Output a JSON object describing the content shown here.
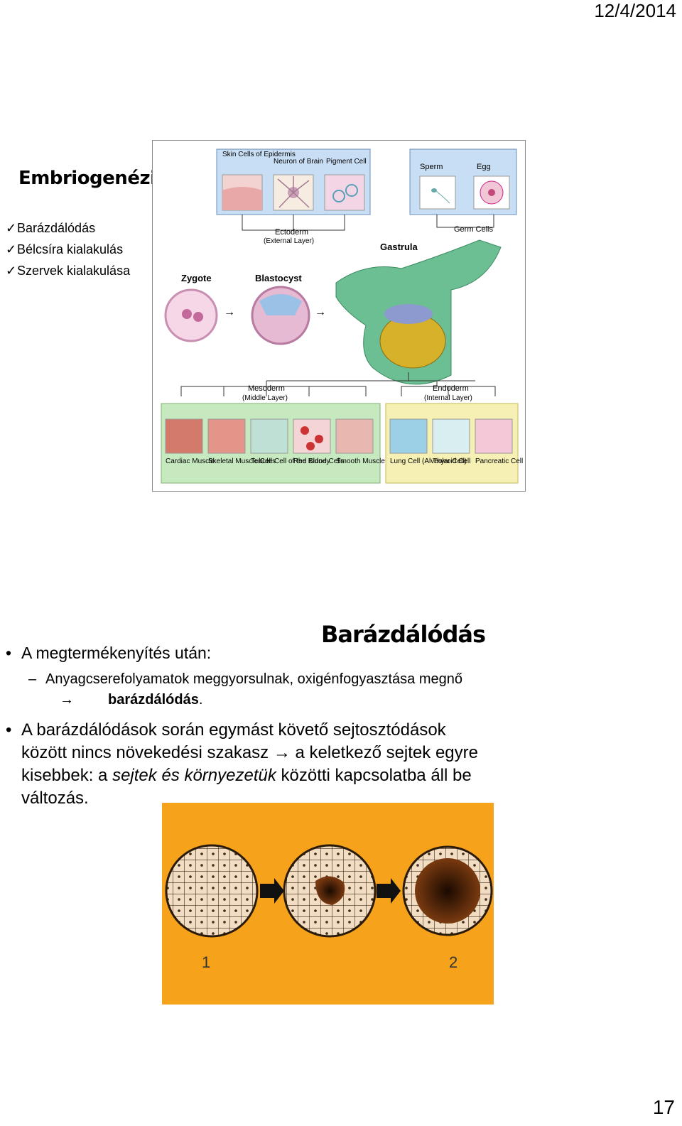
{
  "header": {
    "date": "12/4/2014"
  },
  "slide1": {
    "title": "Embriogenézis",
    "checklist": [
      {
        "icon": "check-icon",
        "label": "Barázdálódás"
      },
      {
        "icon": "check-icon",
        "label": "Bélcsíra kialakulás"
      },
      {
        "icon": "check-icon",
        "label": "Szervek kialakulása"
      }
    ],
    "figure": {
      "top_labels": [
        "Skin Cells of Epidermis",
        "Neuron of Brain",
        "Pigment Cell"
      ],
      "sperm": "Sperm",
      "egg": "Egg",
      "ectoderm": "Ectoderm",
      "ectoderm_sub": "(External Layer)",
      "germ_cells": "Germ Cells",
      "gastrula": "Gastrula",
      "zygote": "Zygote",
      "blastocyst": "Blastocyst",
      "mesoderm": "Mesoderm",
      "mesoderm_sub": "(Middle Layer)",
      "endoderm": "Endoderm",
      "endoderm_sub": "(Internal Layer)",
      "meso_cells": [
        "Cardiac Muscle",
        "Skeletal Muscle Cells",
        "Tubule Cell of the Kidney",
        "Red Blood Cells",
        "Smooth Muscle (in Gut)"
      ],
      "endo_cells": [
        "Lung Cell (Alveolar Cell)",
        "Thyroid Cell",
        "Pancreatic Cell"
      ]
    }
  },
  "slide2": {
    "title": "Barázdálódás",
    "bullet1": "A megtermékenyítés után:",
    "sub1": "Anyagcserefolyamatok meggyorsulnak, oxigénfogyasztása megnő",
    "sub2_arrow": "→",
    "sub2_bold": "barázdálódás",
    "sub2_end": ".",
    "bullet2_a": "A barázdálódások során egymást követő sejtosztódások",
    "bullet2_b": "között nincs növekedési szakasz → a keletkező sejtek egyre",
    "bullet2_c_pre": "kisebbek: a ",
    "bullet2_c_em": "sejtek és környezetük",
    "bullet2_c_post": " közötti kapcsolatba áll be",
    "bullet2_d": "változás.",
    "figure": {
      "label1": "1",
      "label2": "2"
    }
  },
  "footer": {
    "page": "17"
  }
}
